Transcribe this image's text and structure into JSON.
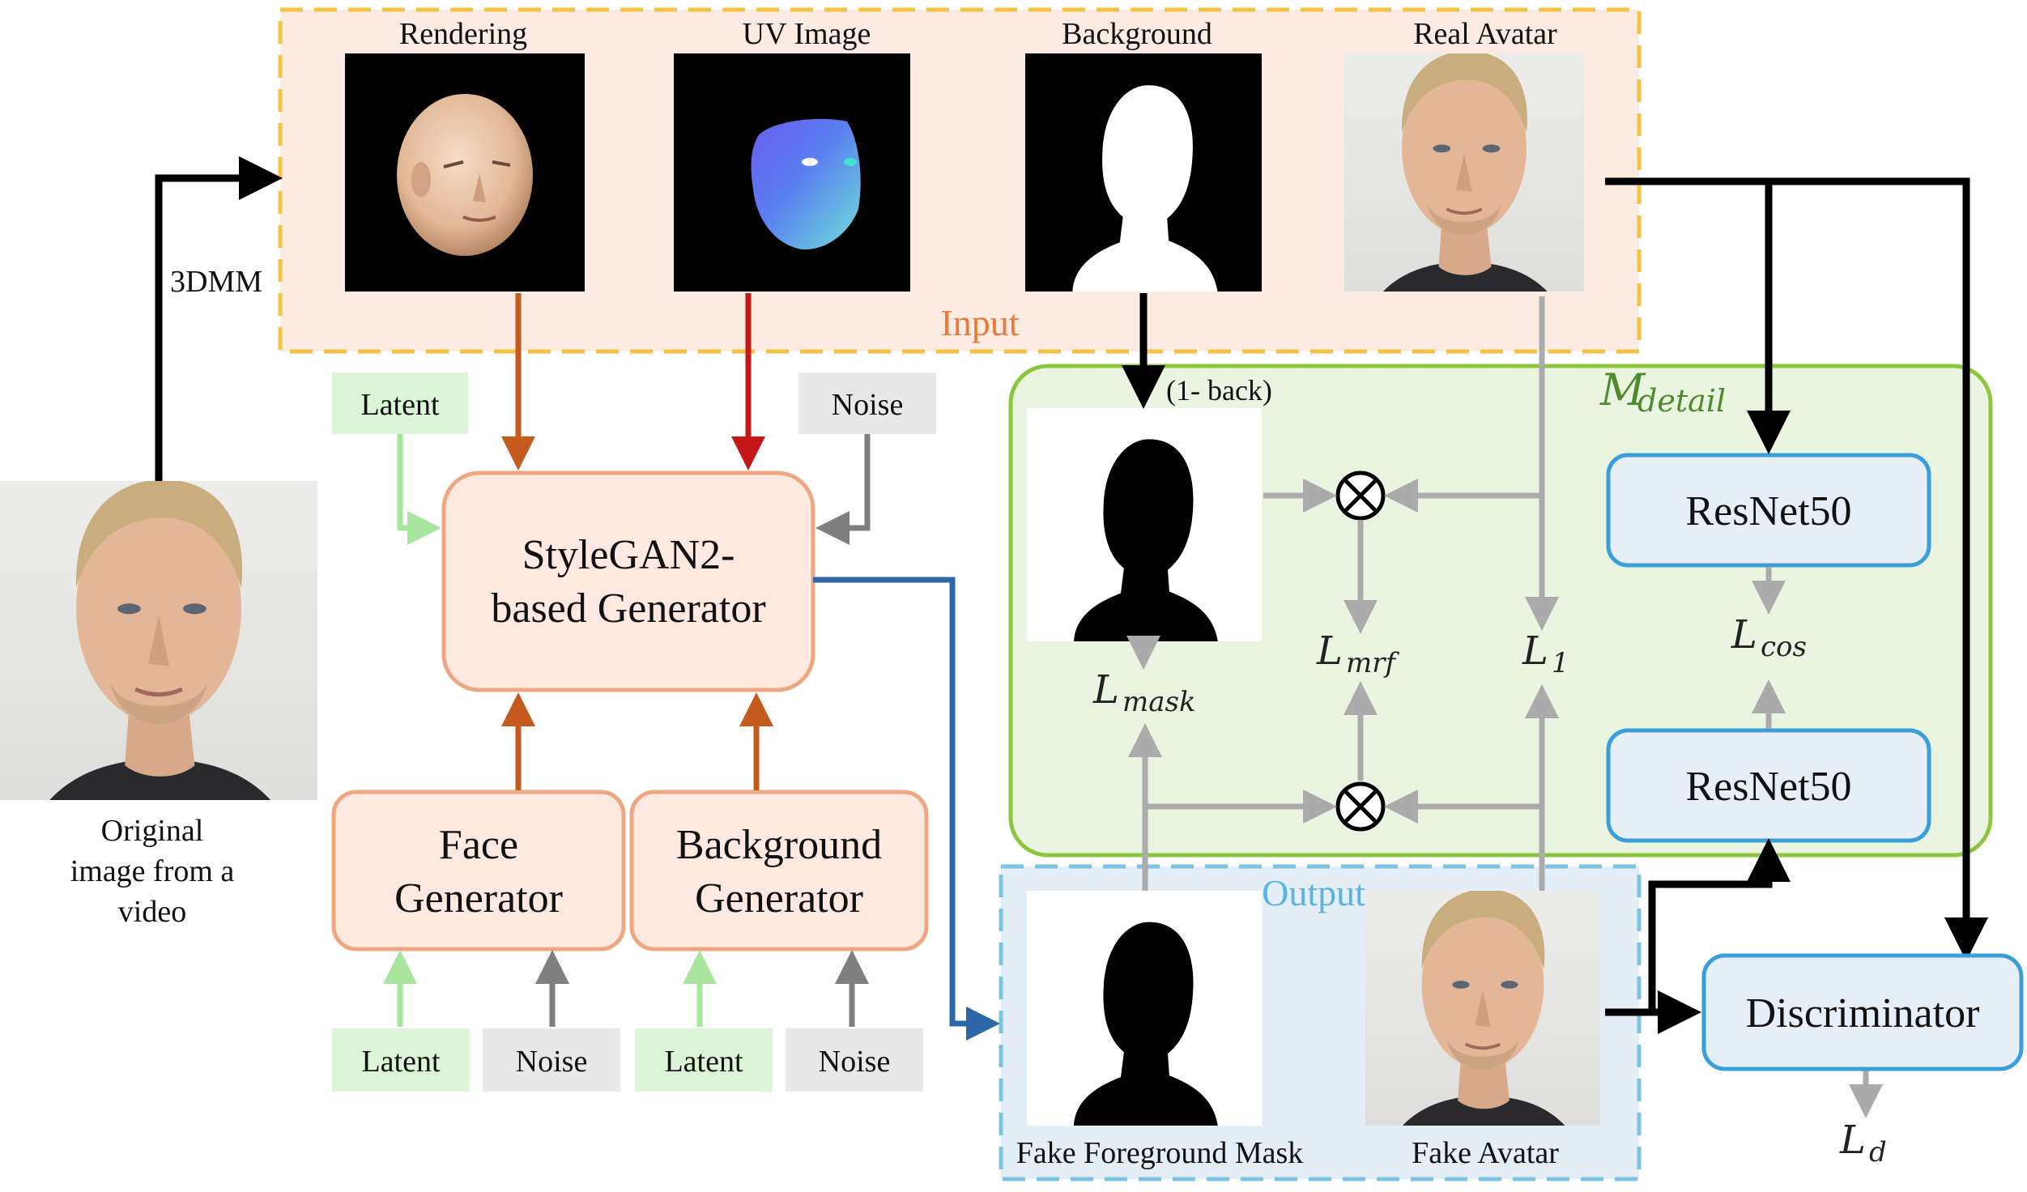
{
  "input": {
    "title": "Input",
    "images": [
      {
        "label": "Rendering"
      },
      {
        "label": "UV Image"
      },
      {
        "label": "Background"
      },
      {
        "label": "Real Avatar"
      }
    ]
  },
  "original": {
    "caption_lines": [
      "Original",
      "image from a",
      "video"
    ]
  },
  "edge_3dmm": "3DMM",
  "generators": {
    "stylegan_lines": [
      "StyleGAN2-",
      "based Generator"
    ],
    "face_lines": [
      "Face",
      "Generator"
    ],
    "background_lines": [
      "Background",
      "Generator"
    ]
  },
  "chips": {
    "latent_top": "Latent",
    "noise_top": "Noise",
    "face_latent": "Latent",
    "face_noise": "Noise",
    "bg_latent": "Latent",
    "bg_noise": "Noise"
  },
  "detail": {
    "title_main": "M",
    "title_sub": "detail",
    "one_minus_back": "(1- back)",
    "resnet_top": "ResNet50",
    "resnet_bottom": "ResNet50",
    "mult_symbol": "⊗"
  },
  "losses": {
    "mask": {
      "main": "L",
      "sub": "mask"
    },
    "mrf": {
      "main": "L",
      "sub": "mrf"
    },
    "l1": {
      "main": "L",
      "sub": "1"
    },
    "cos": {
      "main": "L",
      "sub": "cos"
    },
    "d": {
      "main": "L",
      "sub": "d"
    }
  },
  "output": {
    "title": "Output",
    "fake_mask_label": "Fake Foreground Mask",
    "fake_avatar_label": "Fake Avatar"
  },
  "discriminator": {
    "label": "Discriminator"
  },
  "colors": {
    "input_border": "#f5c242",
    "input_fill": "#fcebe3",
    "input_title": "#e77b3c",
    "detail_border": "#8cc63f",
    "detail_fill": "#eaf5e1",
    "detail_title": "#4f8a2d",
    "output_border": "#7cc4e4",
    "output_fill": "#e4eef7",
    "output_title": "#5bb3e0",
    "gen_border": "#eda882",
    "gen_fill": "#fde9df",
    "resnet_border": "#3a9ed8",
    "resnet_fill": "#e6eff8",
    "latent_fill": "#dcf5d6",
    "latent_arrow": "#a9e59e",
    "noise_fill": "#e8e8e8",
    "noise_arrow": "#7f7f7f",
    "orange_arrow": "#c55a1e",
    "red_arrow": "#c41818",
    "blue_arrow": "#2e67a8",
    "gray_arrow": "#ababab",
    "black": "#000000"
  }
}
